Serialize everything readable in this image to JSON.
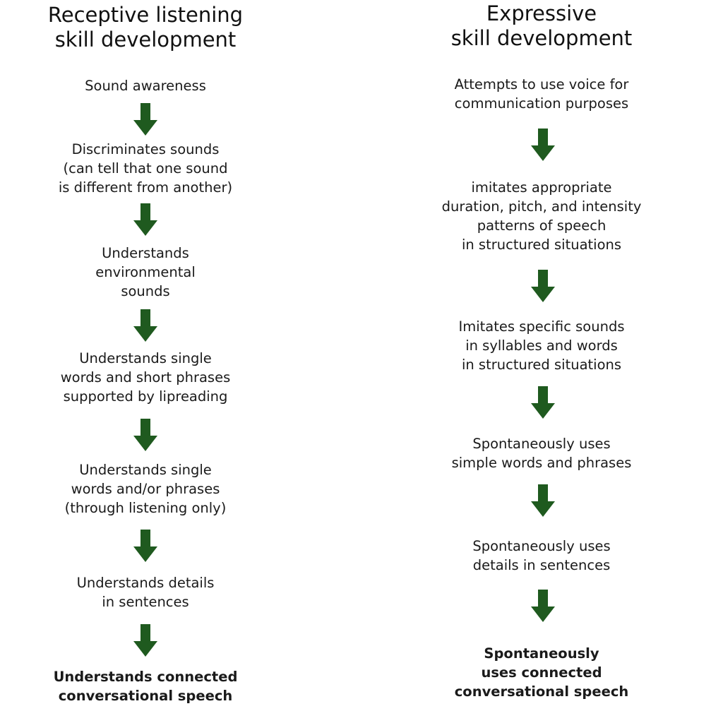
{
  "left_column": {
    "title": "Receptive listening\nskill development",
    "steps": [
      "Sound awareness",
      "Discriminates sounds\n(can tell that one sound\nis different from another)",
      "Understands\nenvironmental\nsounds",
      "Understands single\nwords and short phrases\nsupported by lipreading",
      "Understands single\nwords and/or phrases\n(through listening only)",
      "Understands details\nin sentences",
      "Understands connected\nconversational speech"
    ]
  },
  "right_column": {
    "title": "Expressive\nskill development",
    "steps": [
      "Attempts to use voice for\ncommunication purposes",
      "imitates appropriate\nduration, pitch, and intensity\npatterns of speech\nin structured situations",
      "Imitates specific sounds\nin syllables and words\nin structured situations",
      "Spontaneously uses\nsimple words and phrases",
      "Spontaneously uses\ndetails in sentences",
      "Spontaneously\nuses connected\nconversational speech"
    ]
  },
  "colors": {
    "arrow": "#1f5a1f",
    "text": "#1a1a1a"
  },
  "icons": {
    "arrow": "down-arrow-icon"
  }
}
